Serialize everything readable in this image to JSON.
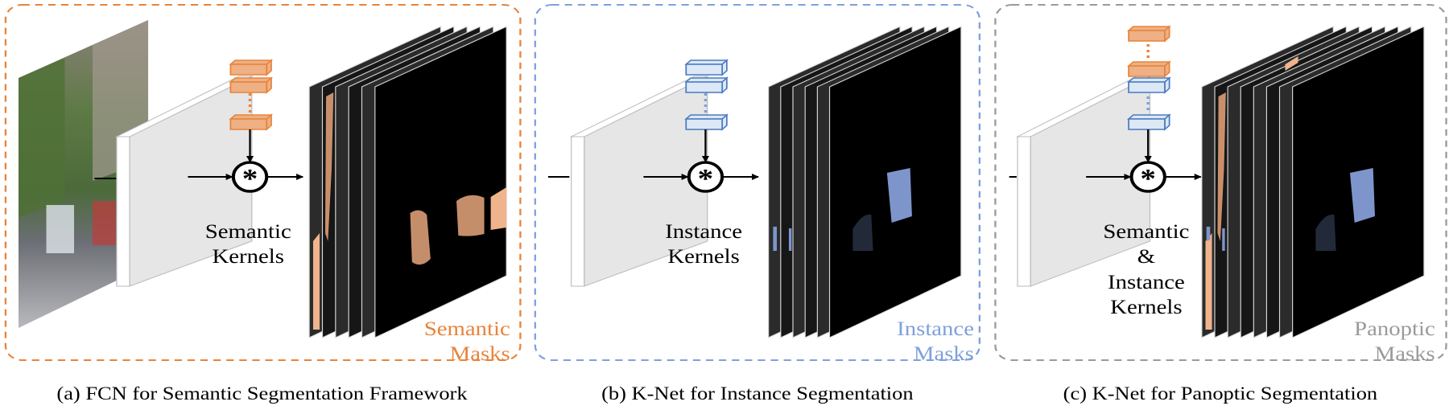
{
  "colors": {
    "semantic": "#e8833a",
    "instance": "#7fa0dc",
    "panoptic": "#9a9a9a",
    "semantic_kernel_fill": "#eeb084",
    "instance_kernel_fill": "#dce8f6",
    "semantic_mask": "#f0b48c",
    "instance_mask": "#7e95cc"
  },
  "panels": [
    {
      "caption": "(a) FCN for Semantic Segmentation Framework",
      "kernel_label": [
        "Semantic",
        "Kernels"
      ],
      "mask_label": [
        "Semantic",
        "Masks"
      ]
    },
    {
      "caption": "(b) K-Net for Instance Segmentation",
      "kernel_label": [
        "Instance",
        "Kernels"
      ],
      "mask_label": [
        "Instance",
        "Masks"
      ]
    },
    {
      "caption": "(c) K-Net for Panoptic Segmentation",
      "kernel_label": [
        "Semantic",
        "&",
        "Instance",
        "Kernels"
      ],
      "mask_label": [
        "Panoptic",
        "Masks"
      ]
    }
  ],
  "operator_symbol": "*"
}
